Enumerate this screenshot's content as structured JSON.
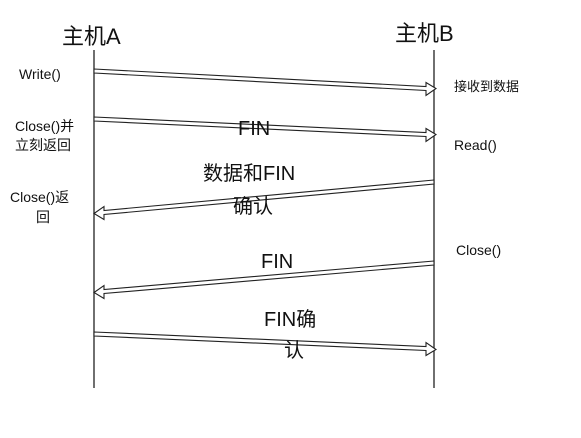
{
  "hosts": {
    "a": "主机A",
    "b": "主机B"
  },
  "left_notes": {
    "write": "Write()",
    "close_line1": "Close()并",
    "close_line2": "立刻返回",
    "close_return_line1": "Close()返",
    "close_return_line2": "回"
  },
  "right_notes": {
    "receive": "接收到数据",
    "read": "Read()",
    "close": "Close()"
  },
  "messages": {
    "fin1": "FIN",
    "data_fin_line1": "数据和FIN",
    "data_fin_line2": "确认",
    "fin2": "FIN",
    "fin_ack_line1": "FIN确",
    "fin_ack_line2": "认"
  },
  "colors": {
    "line": "#222222",
    "arrow_fill": "#ffffff"
  }
}
